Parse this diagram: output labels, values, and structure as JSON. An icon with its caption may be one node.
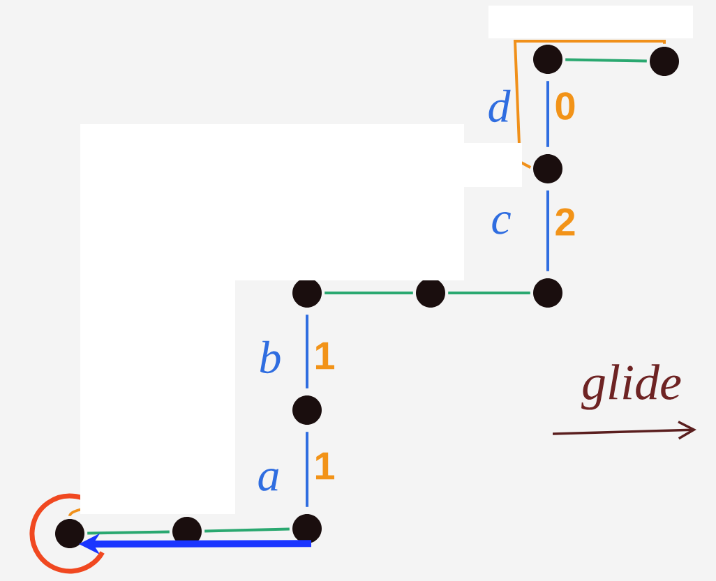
{
  "diagram": {
    "nodes": [
      {
        "text": [],
        "shape": "circle"
      },
      {
        "text": [],
        "shape": "circle"
      },
      {
        "text": [],
        "shape": "circle"
      },
      {
        "text": [],
        "shape": "circle"
      },
      {
        "text": [],
        "shape": "circle"
      },
      {
        "text": [],
        "shape": "circle"
      },
      {
        "text": [],
        "shape": "circle"
      },
      {
        "text": [],
        "shape": "circle"
      },
      {
        "text": [],
        "shape": "circle"
      },
      {
        "text": [],
        "shape": "circle"
      }
    ],
    "edges": [
      {
        "from": 0,
        "to": 1,
        "arrow": "none",
        "color": "#2aa870"
      },
      {
        "from": 0,
        "to": 2,
        "arrow": "none",
        "label": "d",
        "color": "#2f6de0"
      },
      {
        "from": 2,
        "to": 5,
        "arrow": "none",
        "label": "c",
        "color": "#2f6de0"
      },
      {
        "from": 3,
        "to": 4,
        "arrow": "none",
        "color": "#2aa870"
      },
      {
        "from": 4,
        "to": 5,
        "arrow": "none",
        "color": "#2aa870"
      },
      {
        "from": 3,
        "to": 6,
        "arrow": "none",
        "label": "b",
        "color": "#2f6de0"
      },
      {
        "from": 6,
        "to": 9,
        "arrow": "none",
        "label": "a",
        "color": "#2f6de0"
      },
      {
        "from": 7,
        "to": 8,
        "arrow": "none",
        "color": "#2aa870"
      },
      {
        "from": 8,
        "to": 9,
        "arrow": "none",
        "color": "#2aa870"
      },
      {
        "from": 9,
        "to": 7,
        "arrow": "to",
        "style": "thick",
        "color": "#1a35ff"
      },
      {
        "from": 1,
        "to": 2,
        "arrow": "none",
        "color": "#f0901a"
      },
      {
        "from": 7,
        "to": 8,
        "arrow": "none",
        "color": "#f0901a"
      }
    ],
    "labels": [
      "0",
      "2",
      "1",
      "glide",
      "1"
    ]
  }
}
